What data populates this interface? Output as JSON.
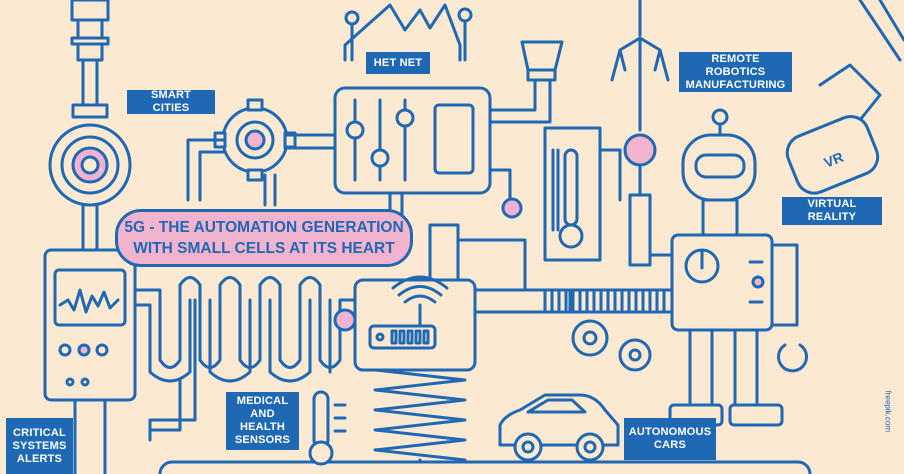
{
  "headline": {
    "line1": "5G - THE AUTOMATION GENERATION",
    "line2": "WITH SMALL CELLS AT ITS HEART"
  },
  "labels": {
    "het_net": "HET NET",
    "smart_cities": "SMART CITIES",
    "remote_robotics": "REMOTE ROBOTICS MANUFACTURING",
    "virtual_reality": "VIRTUAL REALITY",
    "medical": "MEDICAL AND HEALTH SENSORS",
    "autonomous_cars": "AUTONOMOUS CARS",
    "critical_systems": "CRITICAL SYSTEMS ALERTS"
  },
  "vr_text": "VR",
  "credit": "freepik.com",
  "colors": {
    "background": "#fbe9d2",
    "line": "#1f68b3",
    "label_fill": "#1f68b3",
    "accent_pink": "#f2b3cf"
  }
}
